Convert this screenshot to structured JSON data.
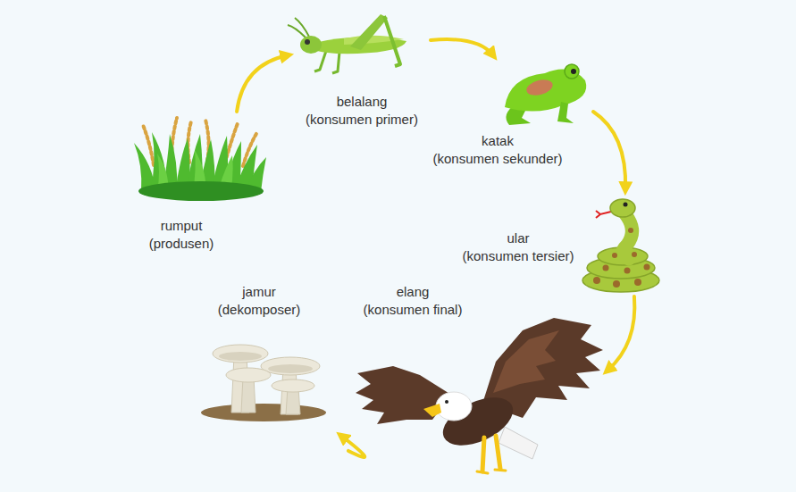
{
  "diagram": {
    "nodes": [
      {
        "text": [
          "rumput",
          "(produsen)"
        ]
      },
      {
        "text": [
          "belalang",
          "(konsumen primer)"
        ]
      },
      {
        "text": [
          "katak",
          "(konsumen sekunder)"
        ]
      },
      {
        "text": [
          "ular",
          "(konsumen tersier)"
        ]
      },
      {
        "text": [
          "elang",
          "(konsumen final)"
        ]
      },
      {
        "text": [
          "jamur",
          "(dekomposer)"
        ]
      }
    ],
    "edges": [
      {
        "from": 0,
        "to": 1,
        "arrow": "to"
      },
      {
        "from": 1,
        "to": 2,
        "arrow": "to"
      },
      {
        "from": 2,
        "to": 3,
        "arrow": "to"
      },
      {
        "from": 3,
        "to": 4,
        "arrow": "to"
      },
      {
        "from": 4,
        "to": 5,
        "arrow": "to"
      }
    ]
  }
}
